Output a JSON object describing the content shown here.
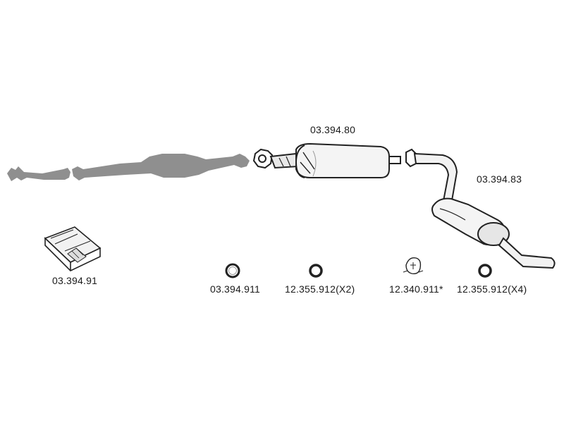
{
  "parts": {
    "front_muffler": {
      "code": "03.394.80"
    },
    "rear_muffler": {
      "code": "03.394.83"
    },
    "mounting_kit": {
      "code": "03.394.91"
    },
    "ring_1": {
      "code": "03.394.911"
    },
    "ring_2": {
      "code": "12.355.912(X2)"
    },
    "clamp": {
      "code": "12.340.911*"
    },
    "ring_3": {
      "code": "12.355.912(X4)"
    }
  },
  "colors": {
    "not_included_part": "#8f8f8f",
    "line_art": "#222222"
  }
}
